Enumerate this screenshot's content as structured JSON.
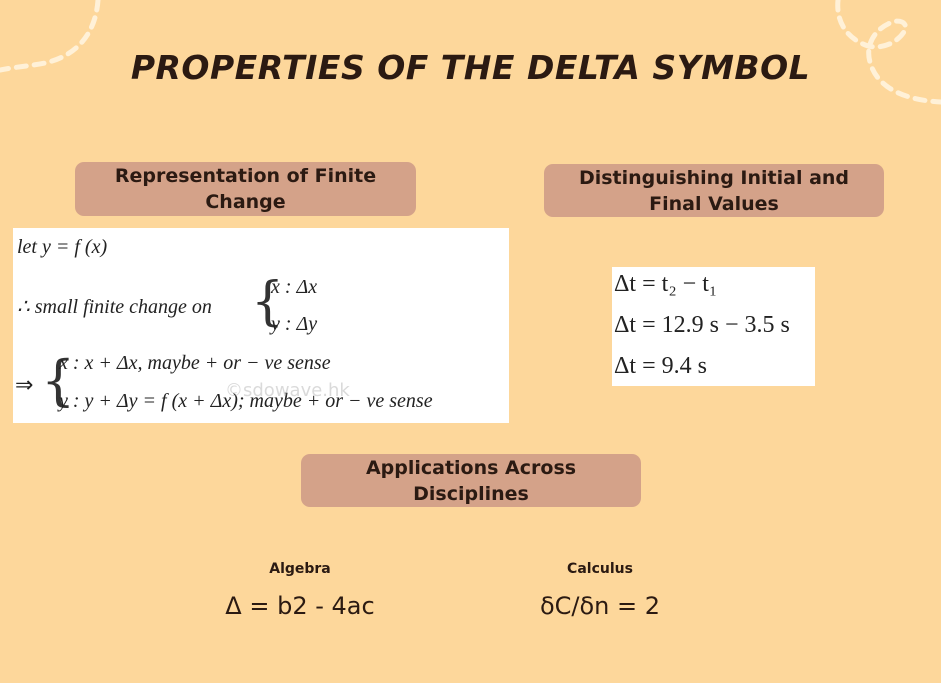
{
  "title": "Properties of the Delta Symbol",
  "colors": {
    "background": "#fdd79b",
    "pill": "#d4a289",
    "text": "#2b1a12",
    "decoration": "#fff1d8"
  },
  "sections": {
    "finite_change": {
      "heading": "Representation of Finite Change",
      "math": {
        "line1": "let y = f (x)",
        "line2_prefix": "∴ small  finite change on",
        "line2_cases": [
          "x : Δx",
          "y : Δy"
        ],
        "line3_prefix": "⇒",
        "line3_cases": [
          "x : x + Δx, maybe + or − ve sense",
          "y : y + Δy = f (x + Δx); maybe + or − ve sense"
        ],
        "watermark": "©sdowave.hk"
      }
    },
    "initial_final": {
      "heading": "Distinguishing Initial and Final Values",
      "equations": [
        {
          "lhs": "Δt",
          "rhs": "= t₂ − t₁"
        },
        {
          "lhs": "Δt",
          "rhs": "= 12.9 s − 3.5 s"
        },
        {
          "lhs": "Δt",
          "rhs": "= 9.4 s"
        }
      ]
    },
    "applications": {
      "heading": "Applications Across Disciplines",
      "items": [
        {
          "label": "Algebra",
          "formula": "Δ = b2 - 4ac"
        },
        {
          "label": "Calculus",
          "formula": "δC/δn = 2"
        }
      ]
    }
  }
}
